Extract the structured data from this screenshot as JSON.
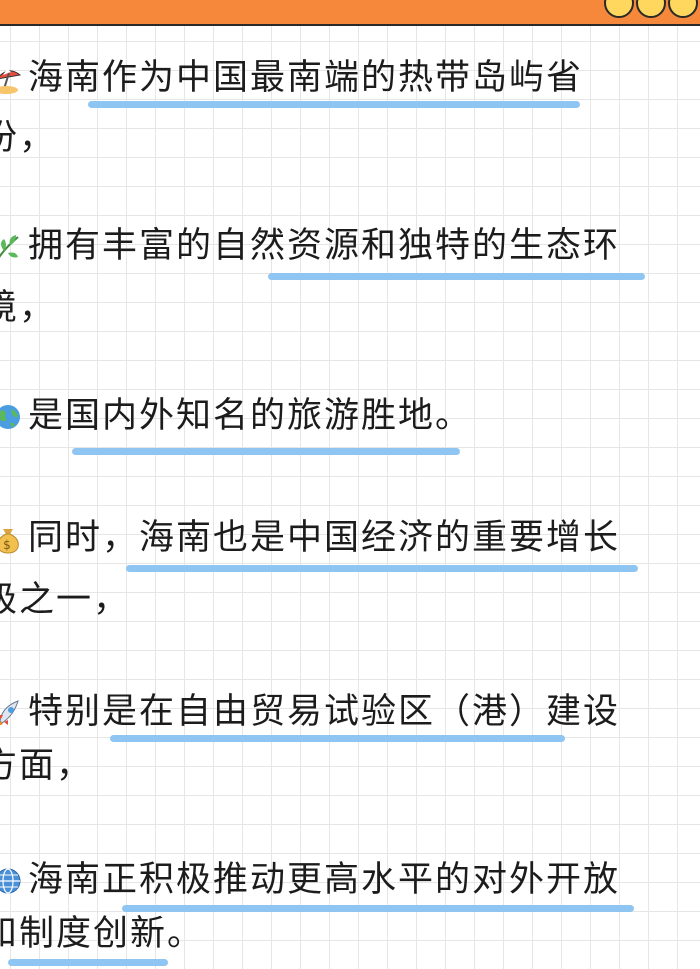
{
  "header": {
    "accent_color": "#f5883a",
    "dot_color": "#ffd75e"
  },
  "underline_color": "#8fc5f2",
  "paragraphs": [
    {
      "icon": "beach-umbrella-icon",
      "line1": "海南作为中国最南端的热带岛屿省",
      "line2": "份，"
    },
    {
      "icon": "herb-leaf-icon",
      "line1": "拥有丰富的自然资源和独特的生态环",
      "line2": "境，"
    },
    {
      "icon": "globe-earth-icon",
      "line1": "是国内外知名的旅游胜地。"
    },
    {
      "icon": "money-bag-icon",
      "line1": "同时，海南也是中国经济的重要增长",
      "line2": "极之一，"
    },
    {
      "icon": "rocket-icon",
      "line1": "特别是在自由贸易试验区（港）建设",
      "line2": "方面，"
    },
    {
      "icon": "globe-meridians-icon",
      "line1": "海南正积极推动更高水平的对外开放",
      "line2": "和制度创新。"
    }
  ]
}
